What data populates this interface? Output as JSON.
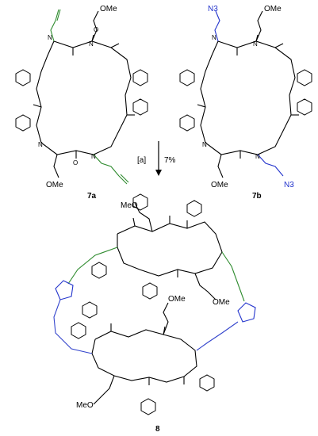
{
  "colors": {
    "bond": "#000000",
    "alkyne": "#2e8b2e",
    "azide": "#2233cc",
    "triazole_link": "#2e8b2e",
    "propyl_link": "#3344cc"
  },
  "labels": {
    "compound_7a": "7a",
    "compound_7b": "7b",
    "compound_8": "8",
    "reagent": "[a]",
    "yield": "7%",
    "ome": "OMe",
    "meo": "MeO",
    "n3": "N3",
    "n": "N",
    "o": "O"
  },
  "structures": {
    "top_left": {
      "name": "7a",
      "side_chains": [
        "propargyl",
        "methoxyethyl",
        "propargyl",
        "methoxyethyl"
      ],
      "phenyls": 4
    },
    "top_right": {
      "name": "7b",
      "side_chains": [
        "azidopropyl",
        "methoxyethyl",
        "azidopropyl",
        "methoxyethyl"
      ],
      "phenyls": 4
    },
    "bottom": {
      "name": "8",
      "links": [
        "triazole",
        "triazole"
      ],
      "phenyls": 8
    }
  }
}
